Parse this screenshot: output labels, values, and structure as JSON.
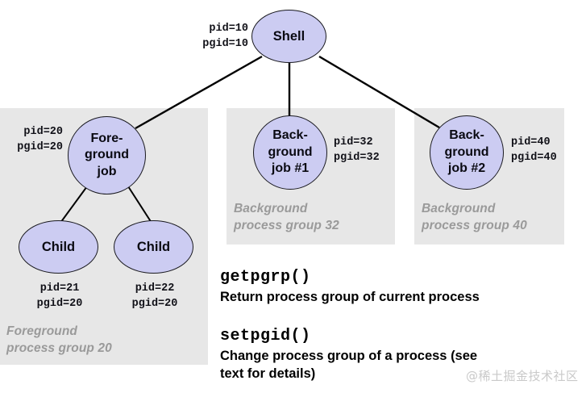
{
  "diagram": {
    "title": "Process groups diagram",
    "colors": {
      "node_fill": "#ccccf2",
      "node_stroke": "#19191f",
      "panel_bg": "#e7e7e7",
      "panel_label": "#9a9a9a",
      "edge": "#000000",
      "watermark": "#c9c9c9"
    },
    "nodes": [
      {
        "id": "shell",
        "label": "Shell",
        "pid": "pid=10",
        "pgid": "pgid=10"
      },
      {
        "id": "foreground-job",
        "label": "Fore-\nground\njob",
        "pid": "pid=20",
        "pgid": "pgid=20"
      },
      {
        "id": "background-job-1",
        "label": "Back-\nground\njob #1",
        "pid": "pid=32",
        "pgid": "pgid=32"
      },
      {
        "id": "background-job-2",
        "label": "Back-\nground\njob #2",
        "pid": "pid=40",
        "pgid": "pgid=40"
      },
      {
        "id": "child-1",
        "label": "Child",
        "pid": "pid=21",
        "pgid": "pgid=20"
      },
      {
        "id": "child-2",
        "label": "Child",
        "pid": "pid=22",
        "pgid": "pgid=20"
      }
    ],
    "groups": [
      {
        "id": "foreground-group",
        "label": "Foreground\nprocess group 20"
      },
      {
        "id": "background-group-32",
        "label": "Background\nprocess group 32"
      },
      {
        "id": "background-group-40",
        "label": "Background\nprocess group 40"
      }
    ],
    "edges": [
      {
        "from": "shell",
        "to": "foreground-job"
      },
      {
        "from": "shell",
        "to": "background-job-1"
      },
      {
        "from": "shell",
        "to": "background-job-2"
      },
      {
        "from": "foreground-job",
        "to": "child-1"
      },
      {
        "from": "foreground-job",
        "to": "child-2"
      }
    ]
  },
  "api": [
    {
      "id": "getpgrp",
      "signature": "getpgrp()",
      "description": "Return process group of current process"
    },
    {
      "id": "setpgid",
      "signature": "setpgid()",
      "description": "Change process group of a process (see\ntext for details)"
    }
  ],
  "watermark": {
    "text": "@稀土掘金技术社区"
  }
}
